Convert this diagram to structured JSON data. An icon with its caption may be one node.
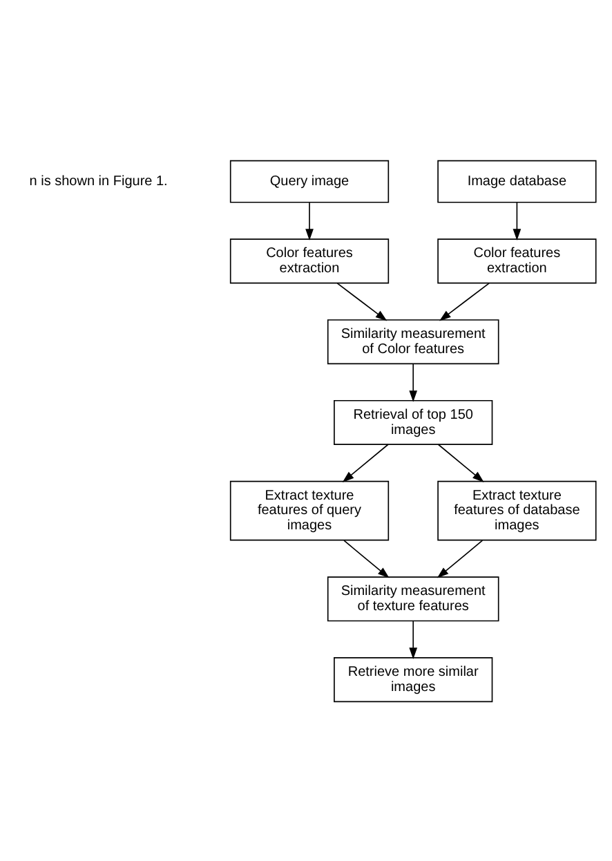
{
  "diagram": {
    "nodes": [
      {
        "text": [
          "Query image"
        ]
      },
      {
        "text": [
          "Image database"
        ]
      },
      {
        "text": [
          "Color features extraction"
        ]
      },
      {
        "text": [
          "Color features extraction"
        ]
      },
      {
        "text": [
          "Similarity measurement of Color features"
        ]
      },
      {
        "text": [
          "Retrieval of top 150 images"
        ]
      },
      {
        "text": [
          "Extract texture features of query images"
        ]
      },
      {
        "text": [
          "Extract texture features of database images"
        ]
      },
      {
        "text": [
          "Similarity measurement of texture features"
        ]
      },
      {
        "text": [
          "Retrieve more similar images"
        ]
      }
    ],
    "edges": [
      {
        "from": 0,
        "to": 2,
        "arrow": "to"
      },
      {
        "from": 1,
        "to": 3,
        "arrow": "to"
      },
      {
        "from": 2,
        "to": 4,
        "arrow": "to"
      },
      {
        "from": 3,
        "to": 4,
        "arrow": "to"
      },
      {
        "from": 4,
        "to": 5,
        "arrow": "to"
      },
      {
        "from": 5,
        "to": 6,
        "arrow": "to"
      },
      {
        "from": 5,
        "to": 7,
        "arrow": "to"
      },
      {
        "from": 6,
        "to": 8,
        "arrow": "to"
      },
      {
        "from": 7,
        "to": 8,
        "arrow": "to"
      },
      {
        "from": 8,
        "to": 9,
        "arrow": "to"
      }
    ],
    "labels": [
      "n is shown in Figure 1."
    ]
  }
}
